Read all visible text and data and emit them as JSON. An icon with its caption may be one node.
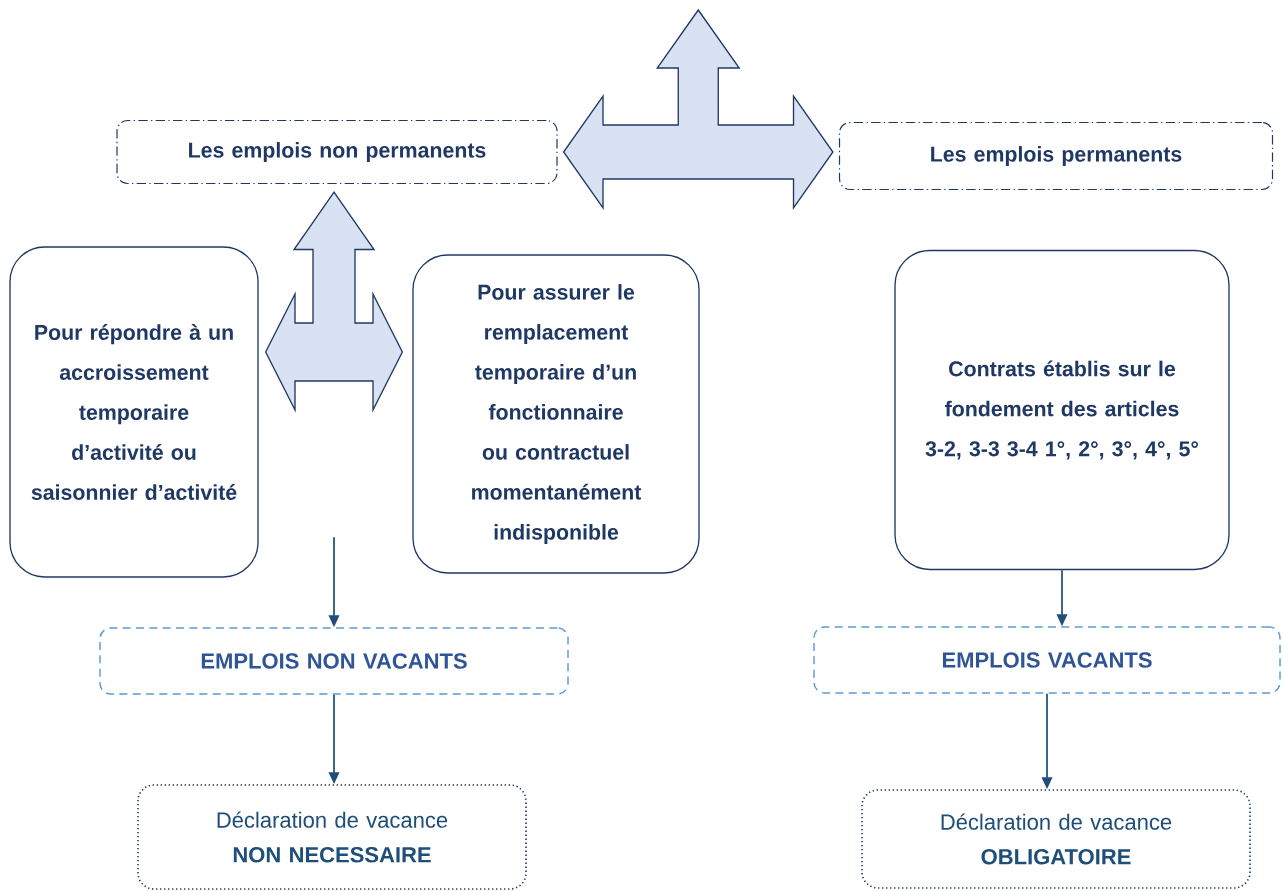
{
  "diagram": {
    "nodes": [
      {
        "text": [
          "Les emplois non permanents"
        ]
      },
      {
        "text": [
          "Les emplois permanents"
        ]
      },
      {
        "text": [
          "Pour répondre à un accroissement temporaire d’activité ou saisonnier d’activité"
        ]
      },
      {
        "text": [
          "Pour assurer le remplacement temporaire d’un fonctionnaire ou contractuel momentanément indisponible"
        ]
      },
      {
        "text": [
          "Contrats établis sur le fondement des articles 3-2, 3-3 3-4 1°, 2°, 3°, 4°, 5°"
        ]
      },
      {
        "text": [
          "EMPLOIS NON VACANTS"
        ]
      },
      {
        "text": [
          "EMPLOIS VACANTS"
        ]
      },
      {
        "text": [
          "Déclaration de vacance",
          "NON NECESSAIRE"
        ]
      },
      {
        "text": [
          "Déclaration de vacance",
          "OBLIGATOIRE"
        ]
      }
    ],
    "edges": [
      {
        "from": 0,
        "to": 1,
        "arrow": "both",
        "style": "thick",
        "color": "#d9e2f3"
      },
      {
        "from": 2,
        "to": 3,
        "arrow": "both",
        "style": "thick",
        "color": "#d9e2f3"
      },
      {
        "from": null,
        "to": 0,
        "arrow": "to",
        "style": "thick"
      },
      {
        "from": null,
        "to": 5,
        "arrow": "to"
      },
      {
        "from": 4,
        "to": 6,
        "arrow": "to"
      },
      {
        "from": 5,
        "to": 7,
        "arrow": "to"
      },
      {
        "from": 6,
        "to": 8,
        "arrow": "to"
      }
    ]
  }
}
